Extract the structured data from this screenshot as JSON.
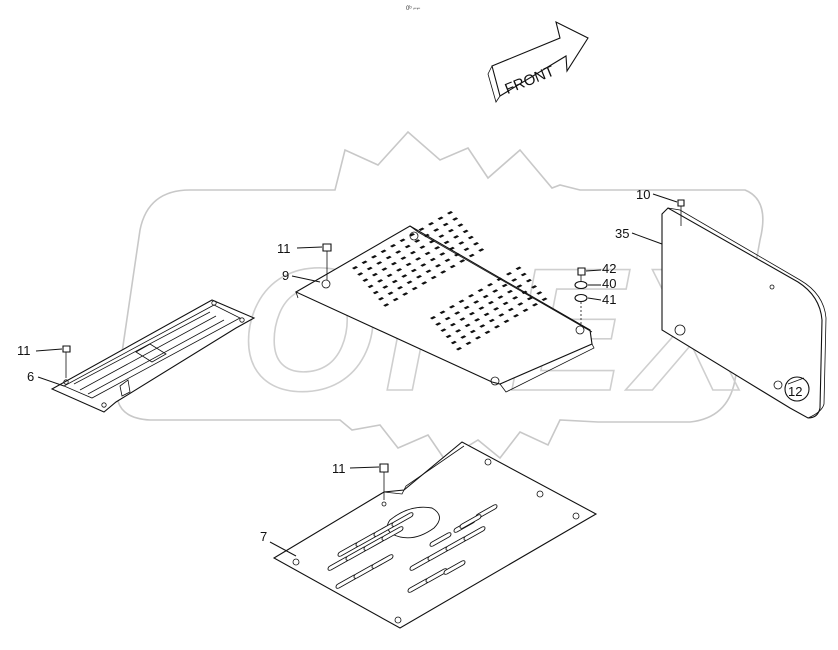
{
  "diagram": {
    "header_code": "0ᵇ ⌐⌐",
    "front_arrow_label": "FRONT",
    "watermark_text": "OPEX",
    "callouts": [
      {
        "id": "c10",
        "label": "10"
      },
      {
        "id": "c35",
        "label": "35"
      },
      {
        "id": "c11a",
        "label": "11"
      },
      {
        "id": "c9",
        "label": "9"
      },
      {
        "id": "c42",
        "label": "42"
      },
      {
        "id": "c40",
        "label": "40"
      },
      {
        "id": "c41",
        "label": "41"
      },
      {
        "id": "c11b",
        "label": "11"
      },
      {
        "id": "c6",
        "label": "6"
      },
      {
        "id": "c12",
        "label": "12"
      },
      {
        "id": "c11c",
        "label": "11"
      },
      {
        "id": "c7",
        "label": "7"
      }
    ]
  }
}
